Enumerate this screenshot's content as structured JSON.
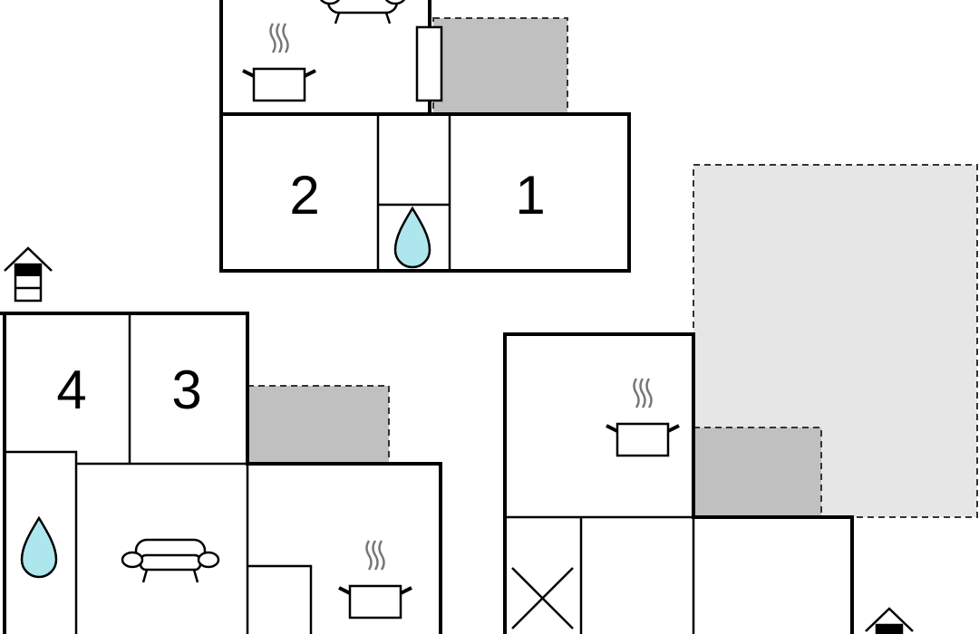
{
  "rooms": [
    {
      "number": "1"
    },
    {
      "number": "2"
    },
    {
      "number": "3"
    },
    {
      "number": "4"
    }
  ],
  "icons": {
    "kitchen": "pot-icon",
    "bathroom": "water-drop-icon",
    "living": "sofa-icon",
    "entrance": "house-entrance-icon",
    "closed_area": "cross-icon"
  },
  "colors": {
    "terrace_dark": "#c0c0c0",
    "terrace_light": "#e6e6e6",
    "water": "#aee6ee",
    "walls": "#000000"
  }
}
